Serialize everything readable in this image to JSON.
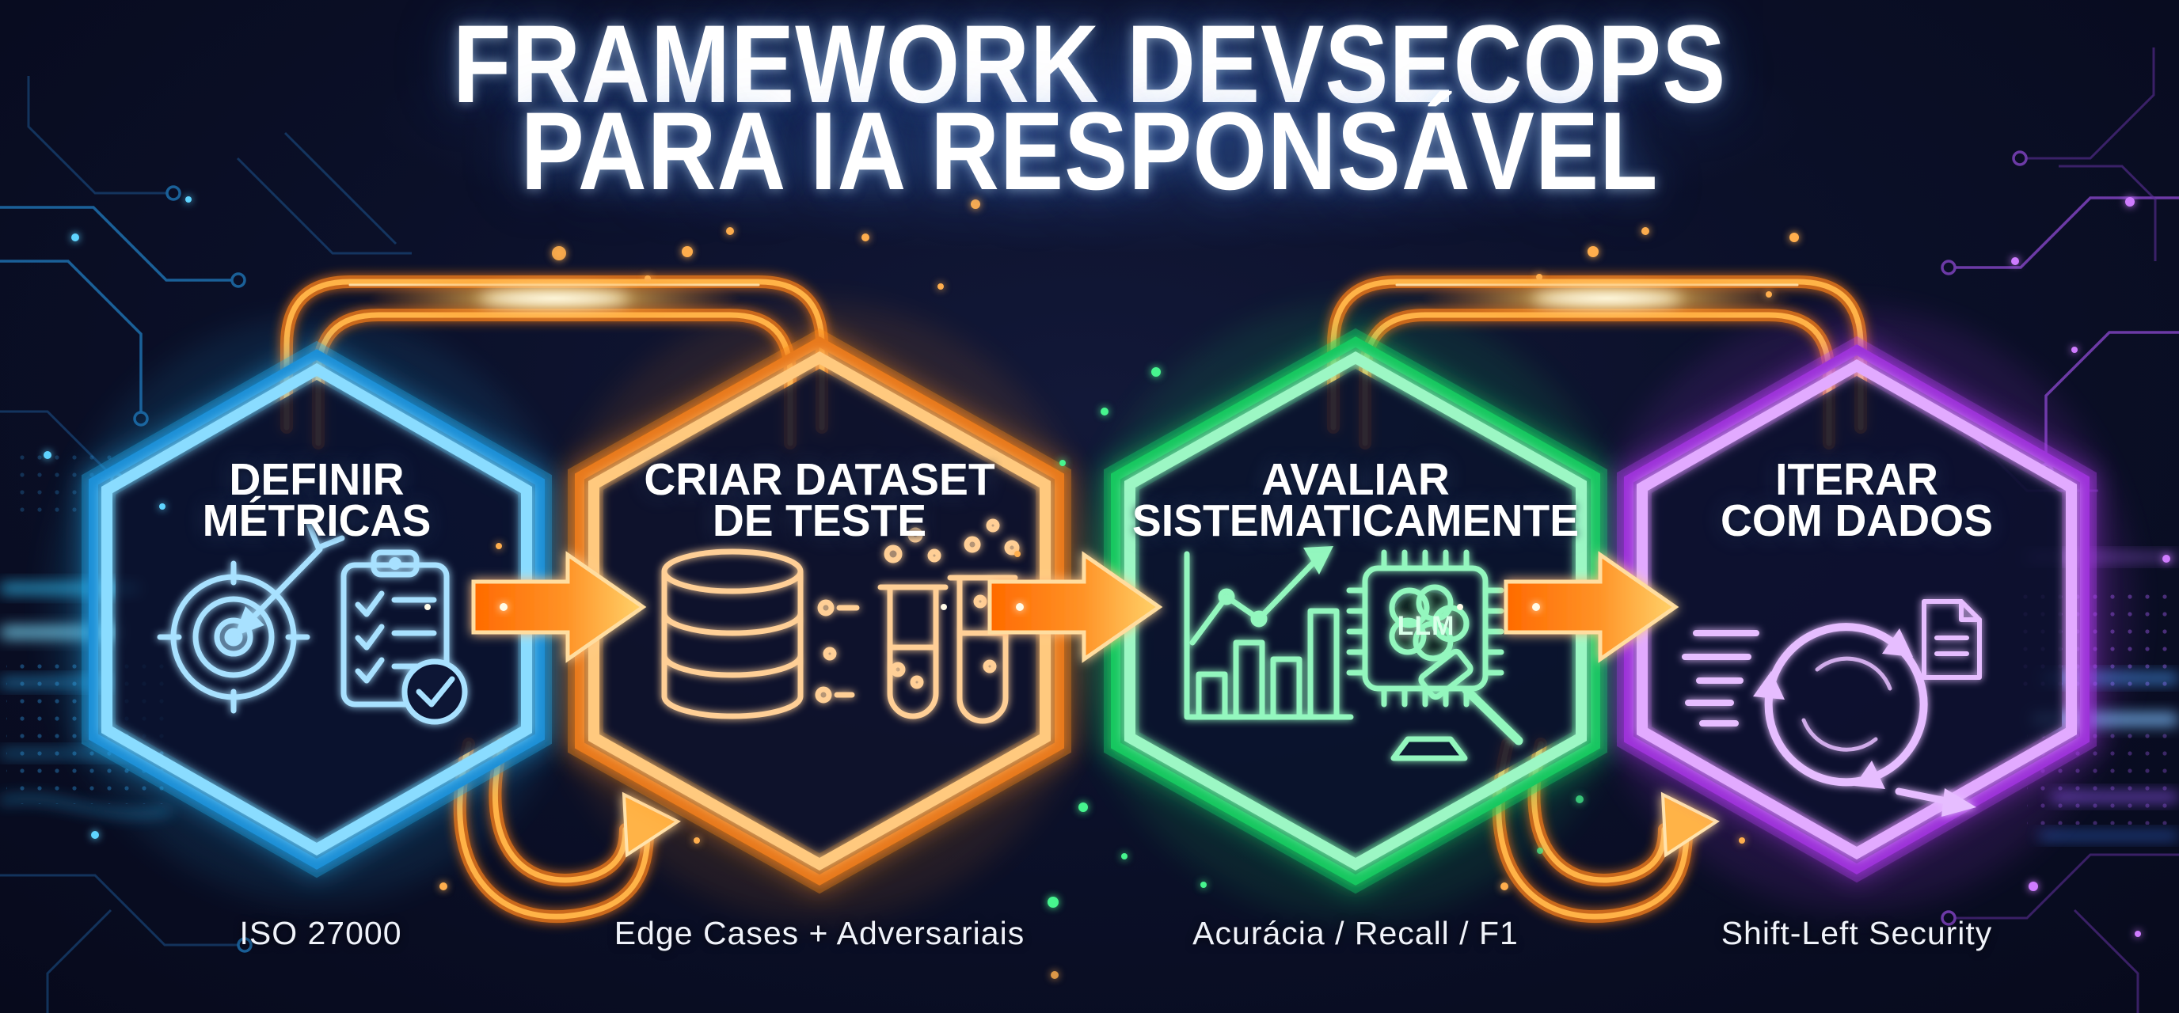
{
  "title": {
    "line1": "FRAMEWORK DEVSECOPS",
    "line2": "PARA IA RESPONSÁVEL"
  },
  "steps": [
    {
      "order": 1,
      "title_line1": "DEFINIR",
      "title_line2": "MÉTRICAS",
      "caption": "ISO 27000",
      "accent_color": "#27b4f5",
      "icons": [
        "target-arrow-icon",
        "clipboard-checklist-icon"
      ]
    },
    {
      "order": 2,
      "title_line1": "CRIAR DATASET",
      "title_line2": "DE TESTE",
      "caption": "Edge Cases + Adversariais",
      "accent_color": "#ff8c1f",
      "icons": [
        "database-icon",
        "test-tubes-icon"
      ]
    },
    {
      "order": 3,
      "title_line1": "AVALIAR",
      "title_line2": "SISTEMATICAMENTE",
      "caption": "Acurácia / Recall / F1",
      "accent_color": "#17e06c",
      "icons": [
        "bar-chart-trend-icon",
        "llm-chip-gavel-icon"
      ],
      "chip_label": "LLM"
    },
    {
      "order": 4,
      "title_line1": "ITERAR",
      "title_line2": "COM DADOS",
      "caption": "Shift-Left Security",
      "accent_color": "#b13df0",
      "icons": [
        "iteration-cycle-icon",
        "document-icon"
      ]
    }
  ],
  "connectors": {
    "flow_arrow_color": "#ff8c1f",
    "pipe_color": "#ff9a33"
  },
  "background": {
    "base_color": "#0b1029",
    "left_circuit_color": "#1d6fad",
    "right_circuit_color": "#7e42bd"
  }
}
